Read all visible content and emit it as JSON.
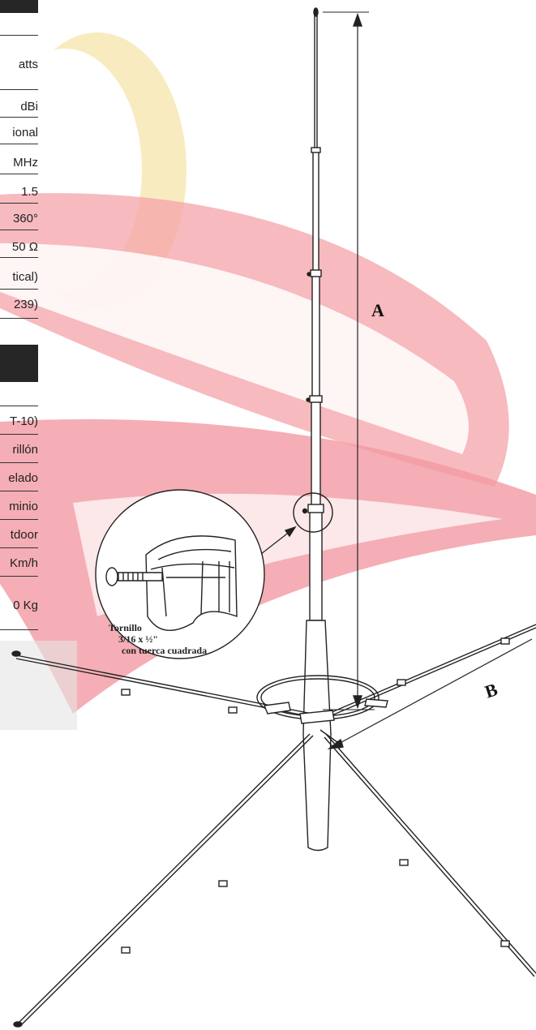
{
  "specs_top": [
    "atts",
    "dBi",
    "ional",
    "MHz",
    "1.5",
    "360°",
    "50 Ω",
    "tical)",
    "239)"
  ],
  "specs_bottom": [
    "T-10)",
    "rillón",
    "elado",
    "minio",
    "tdoor",
    "Km/h",
    "0 Kg"
  ],
  "diagram": {
    "label_a": "A",
    "label_b": "B",
    "callout_line1": "Tornillo",
    "callout_line2": "3/16 x ½\"",
    "callout_line3": "con tuerca cuadrada"
  },
  "colors": {
    "watermark_red": "#f4a0a6",
    "watermark_yellow": "#f5e2a0",
    "header_bar": "#262626"
  }
}
